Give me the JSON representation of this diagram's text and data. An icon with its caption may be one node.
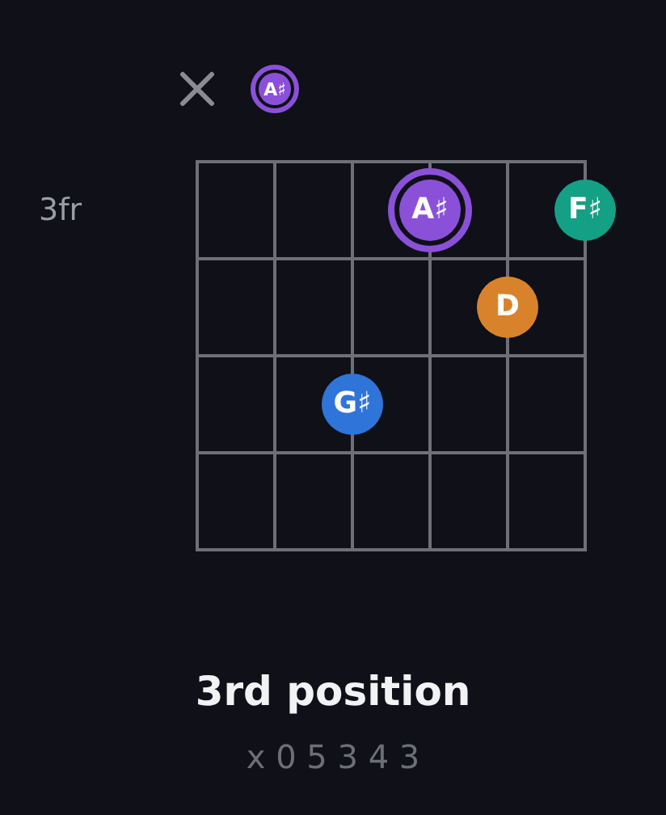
{
  "diagram": {
    "title": "3rd position",
    "caption": "x 0 5 3 4 3",
    "nodes": [
      {
        "text": [
          "A♯"
        ]
      },
      {
        "text": [
          "A♯"
        ]
      },
      {
        "text": [
          "F♯"
        ]
      },
      {
        "text": [
          "D"
        ]
      },
      {
        "text": [
          "G♯"
        ]
      }
    ],
    "labels": [
      "3fr"
    ]
  }
}
